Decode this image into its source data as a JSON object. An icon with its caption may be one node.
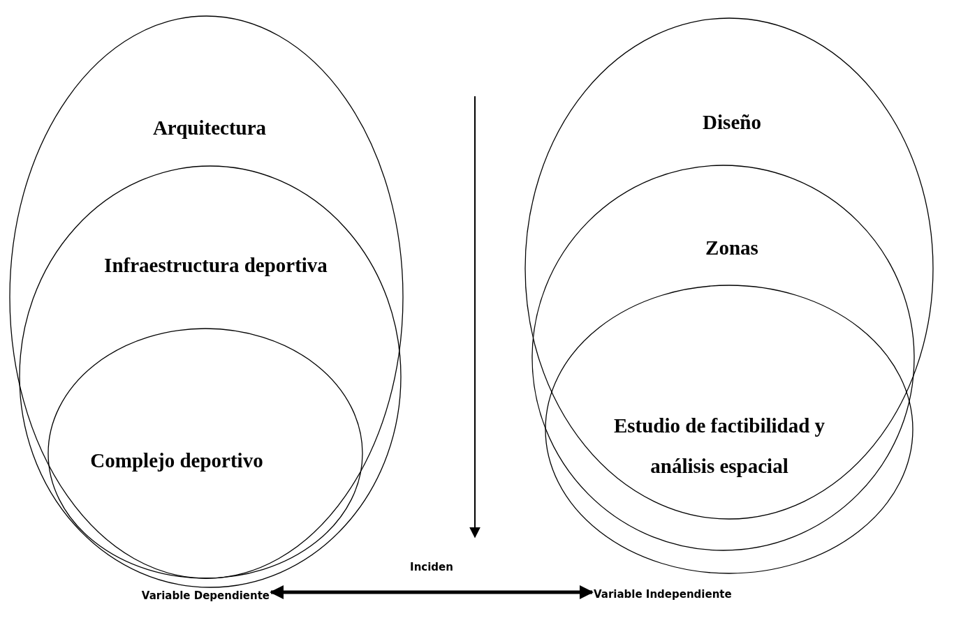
{
  "diagram": {
    "nodes": [
      {
        "text": [
          "Arquitectura"
        ]
      },
      {
        "text": [
          "Infraestructura deportiva"
        ],
        "in": 0
      },
      {
        "text": [
          "Complejo deportivo"
        ],
        "in": 1
      },
      {
        "text": [
          "Diseño"
        ]
      },
      {
        "text": [
          "Zonas"
        ]
      },
      {
        "text": [
          "Estudio de factibilidad y análisis espacial"
        ]
      },
      {
        "text": [
          "Variable Dependiente"
        ]
      },
      {
        "text": [
          "Variable Independiente"
        ]
      }
    ],
    "edges": [
      {
        "from": 6,
        "to": 7,
        "arrow": "both",
        "label": "Inciden"
      }
    ]
  }
}
